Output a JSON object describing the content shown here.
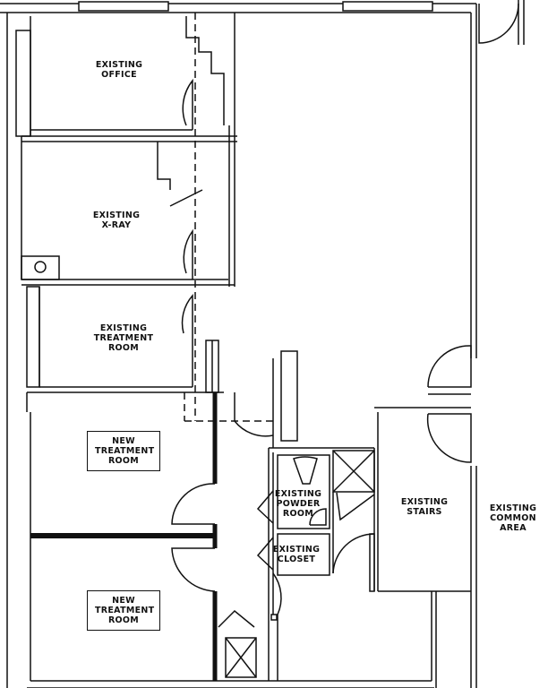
{
  "rooms": [
    {
      "id": "existing-office",
      "lines": [
        "EXISTING",
        "OFFICE"
      ]
    },
    {
      "id": "existing-xray",
      "lines": [
        "EXISTING",
        "X-RAY"
      ]
    },
    {
      "id": "existing-treatment-room",
      "lines": [
        "EXISTING",
        "TREATMENT",
        "ROOM"
      ]
    },
    {
      "id": "new-treatment-room-1",
      "lines": [
        "NEW",
        "TREATMENT",
        "ROOM"
      ]
    },
    {
      "id": "new-treatment-room-2",
      "lines": [
        "NEW",
        "TREATMENT",
        "ROOM"
      ]
    },
    {
      "id": "existing-powder-room",
      "lines": [
        "EXISTING",
        "POWDER",
        "ROOM"
      ]
    },
    {
      "id": "existing-closet",
      "lines": [
        "EXISTING",
        "CLOSET"
      ]
    },
    {
      "id": "existing-stairs",
      "lines": [
        "EXISTING",
        "STAIRS"
      ]
    },
    {
      "id": "existing-common-area",
      "lines": [
        "EXISTING",
        "COMMON",
        "AREA"
      ]
    }
  ],
  "colors": {
    "wall": "#111111",
    "background": "#ffffff"
  }
}
